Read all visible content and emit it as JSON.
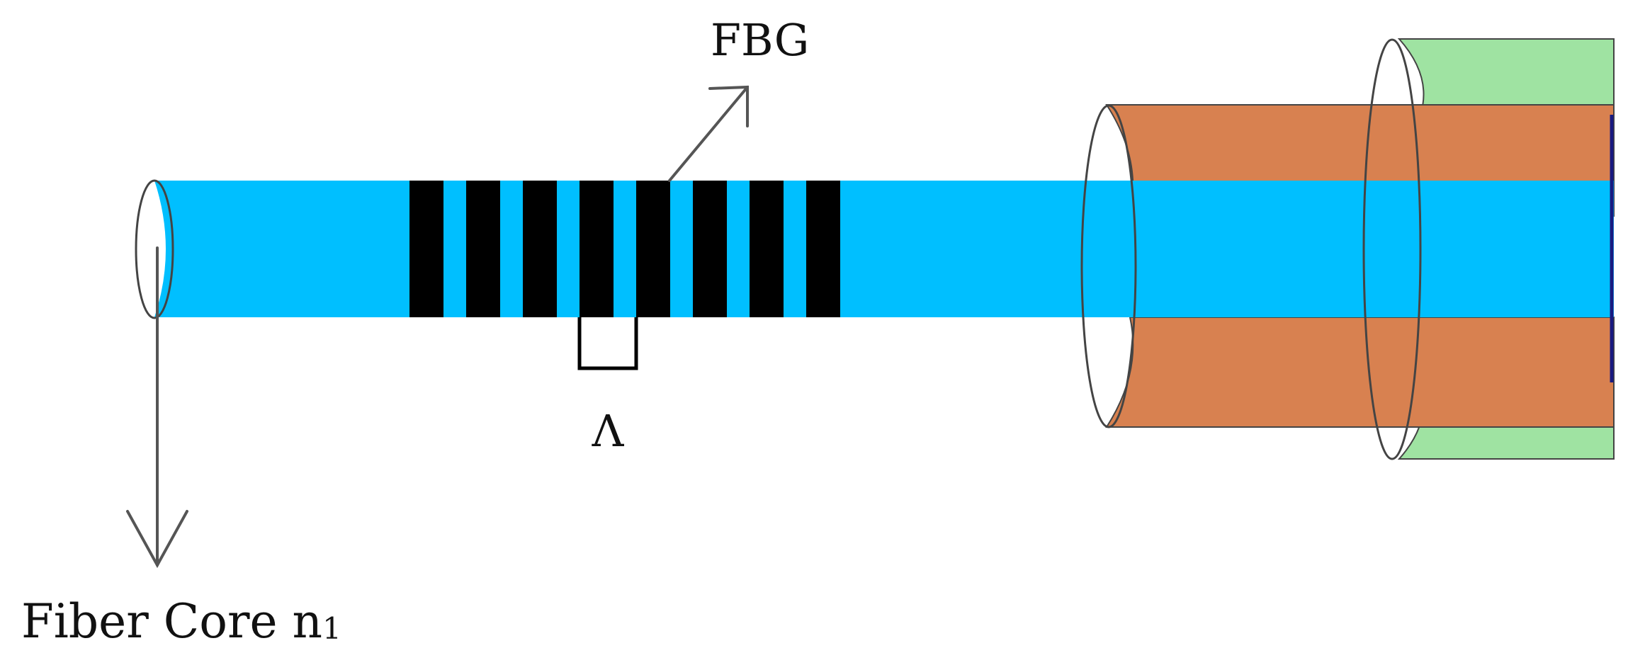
{
  "diagram": {
    "labels": {
      "fbg": "FBG",
      "period": "Λ",
      "core_main": "Fiber Core n",
      "core_sub": "1"
    },
    "grating": {
      "bar_count": 8
    },
    "colors": {
      "core": "#00BFFF",
      "grating_bar": "#000000",
      "cladding": "#D88150",
      "coating": "#9FE3A2",
      "end_face": "#1A1A80",
      "outline": "#444444",
      "arrow": "#555555",
      "text": "#111111"
    }
  }
}
